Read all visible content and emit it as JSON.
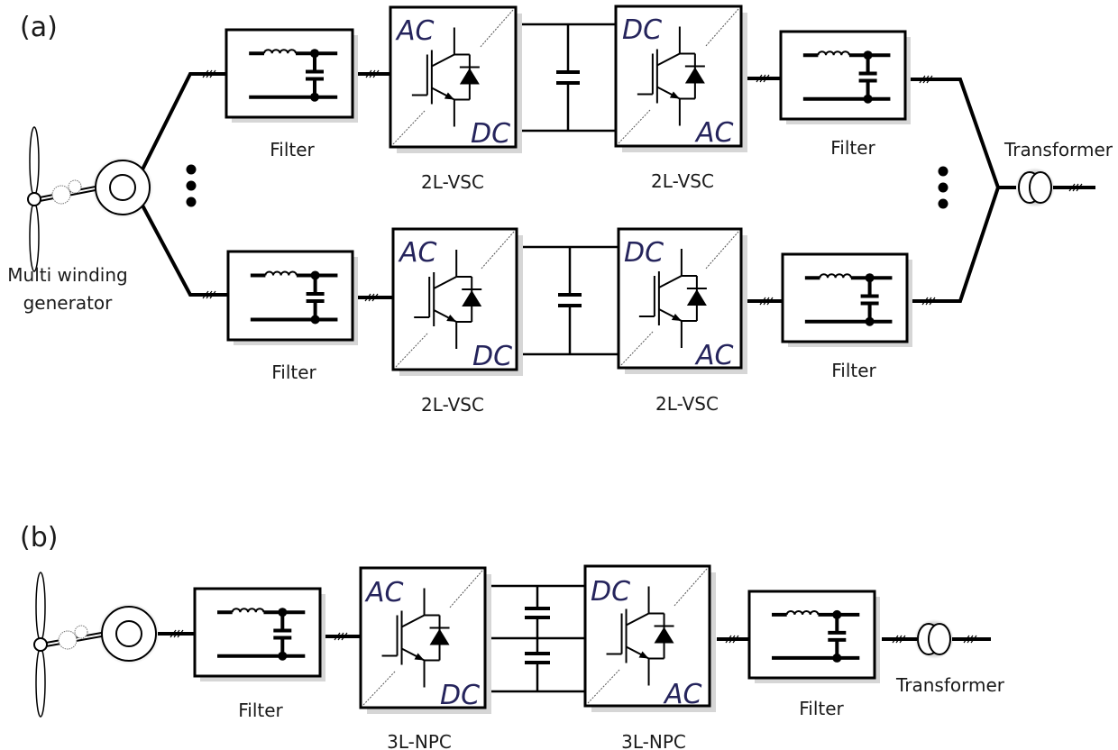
{
  "figure": {
    "panels": [
      {
        "id": "a",
        "label": "(a)",
        "generator_label_line1": "Multi winding",
        "generator_label_line2": "generator",
        "rows": [
          {
            "filter_in_label": "Filter",
            "converter_in": {
              "label": "2L-VSC",
              "top": "AC",
              "bottom": "DC"
            },
            "converter_out": {
              "label": "2L-VSC",
              "top": "DC",
              "bottom": "AC"
            },
            "filter_out_label": "Filter",
            "dc_link_capacitors": 1
          },
          {
            "filter_in_label": "Filter",
            "converter_in": {
              "label": "2L-VSC",
              "top": "AC",
              "bottom": "DC"
            },
            "converter_out": {
              "label": "2L-VSC",
              "top": "DC",
              "bottom": "AC"
            },
            "filter_out_label": "Filter",
            "dc_link_capacitors": 1
          }
        ],
        "transformer_label": "Transformer",
        "ellipsis": "⋮"
      },
      {
        "id": "b",
        "label": "(b)",
        "rows": [
          {
            "filter_in_label": "Filter",
            "converter_in": {
              "label": "3L-NPC",
              "top": "AC",
              "bottom": "DC"
            },
            "converter_out": {
              "label": "3L-NPC",
              "top": "DC",
              "bottom": "AC"
            },
            "filter_out_label": "Filter",
            "dc_link_capacitors": 2
          }
        ],
        "transformer_label": "Transformer"
      }
    ],
    "symbols": {
      "three_phase_marker": "///",
      "wind_turbine": "wind-turbine-icon",
      "generator": "generator-icon",
      "lc_filter": "lc-filter-icon",
      "igbt": "igbt-diode-icon",
      "capacitor": "capacitor-icon",
      "transformer": "transformer-icon"
    },
    "colors": {
      "converter_text": "#25245c",
      "line": "#000000",
      "shadow": "#d6d6d6"
    }
  }
}
